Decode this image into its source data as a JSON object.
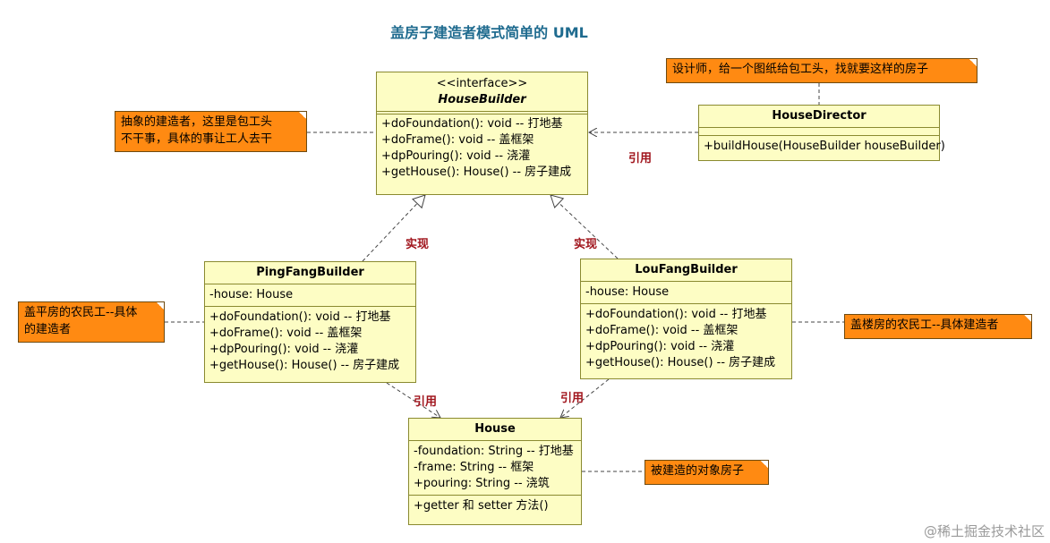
{
  "title": "盖房子建造者模式简单的 UML",
  "classes": {
    "house_builder": {
      "stereotype": "<<interface>>",
      "name": "HouseBuilder",
      "methods": [
        "+doFoundation(): void -- 打地基",
        "+doFrame(): void -- 盖框架",
        "+dpPouring(): void -- 浇灌",
        "+getHouse(): House() -- 房子建成"
      ]
    },
    "house_director": {
      "name": "HouseDirector",
      "methods": [
        "+buildHouse(HouseBuilder houseBuilder)"
      ]
    },
    "ping_fang_builder": {
      "name": "PingFangBuilder",
      "attributes": [
        "-house: House"
      ],
      "methods": [
        "+doFoundation(): void -- 打地基",
        "+doFrame(): void -- 盖框架",
        "+dpPouring(): void -- 浇灌",
        "+getHouse(): House() -- 房子建成"
      ]
    },
    "lou_fang_builder": {
      "name": "LouFangBuilder",
      "attributes": [
        "-house: House"
      ],
      "methods": [
        "+doFoundation(): void -- 打地基",
        "+doFrame(): void -- 盖框架",
        "+dpPouring(): void -- 浇灌",
        "+getHouse(): House() -- 房子建成"
      ]
    },
    "house": {
      "name": "House",
      "attributes": [
        "-foundation: String -- 打地基",
        "-frame: String -- 框架",
        "+pouring: String -- 浇筑"
      ],
      "methods": [
        "+getter 和 setter 方法()"
      ]
    }
  },
  "notes": {
    "director": "设计师，给一个图纸给包工头，找就要这样的房子",
    "builder_line1": "抽象的建造者，这里是包工头",
    "builder_line2": "不干事，具体的事让工人去干",
    "pingfang_line1": "盖平房的农民工--具体",
    "pingfang_line2": "的建造者",
    "loufang": "盖楼房的农民工--具体建造者",
    "house": "被建造的对象房子"
  },
  "labels": {
    "reference": "引用",
    "implements": "实现"
  },
  "watermark": "@稀土掘金技术社区",
  "colors": {
    "class_fill": "#fdfdc4",
    "note_fill": "#ff8a12",
    "label": "#a0141c",
    "title": "#1f6b8f"
  }
}
